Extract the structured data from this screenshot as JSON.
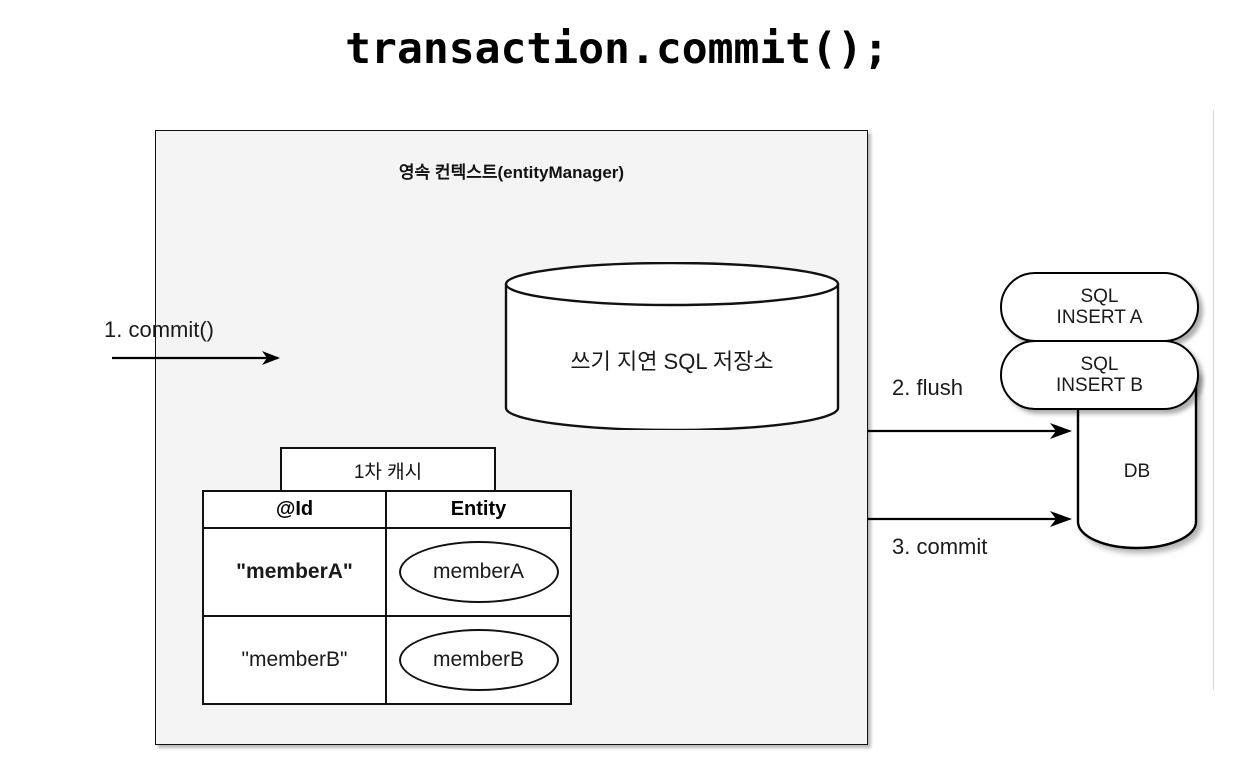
{
  "title": "transaction.commit();",
  "context": {
    "header": "영속 컨텍스트(entityManager)"
  },
  "sql_store": {
    "label": "쓰기 지연 SQL 저장소"
  },
  "cache": {
    "tab_label": "1차 캐시",
    "columns": [
      "@Id",
      "Entity"
    ],
    "rows": [
      {
        "id": "\"memberA\"",
        "entity": "memberA"
      },
      {
        "id": "\"memberB\"",
        "entity": "memberB"
      }
    ]
  },
  "arrows": {
    "commit_in": "1. commit()",
    "flush": "2. flush",
    "commit_db": "3. commit"
  },
  "sql_statements": [
    {
      "line1": "SQL",
      "line2": "INSERT A"
    },
    {
      "line1": "SQL",
      "line2": "INSERT B"
    }
  ],
  "database": {
    "label": "DB"
  },
  "colors": {
    "context_fill": "#f4f4f4",
    "stroke": "#111111",
    "page_background": "#ffffff",
    "guide_line": "#d6d6d6"
  }
}
